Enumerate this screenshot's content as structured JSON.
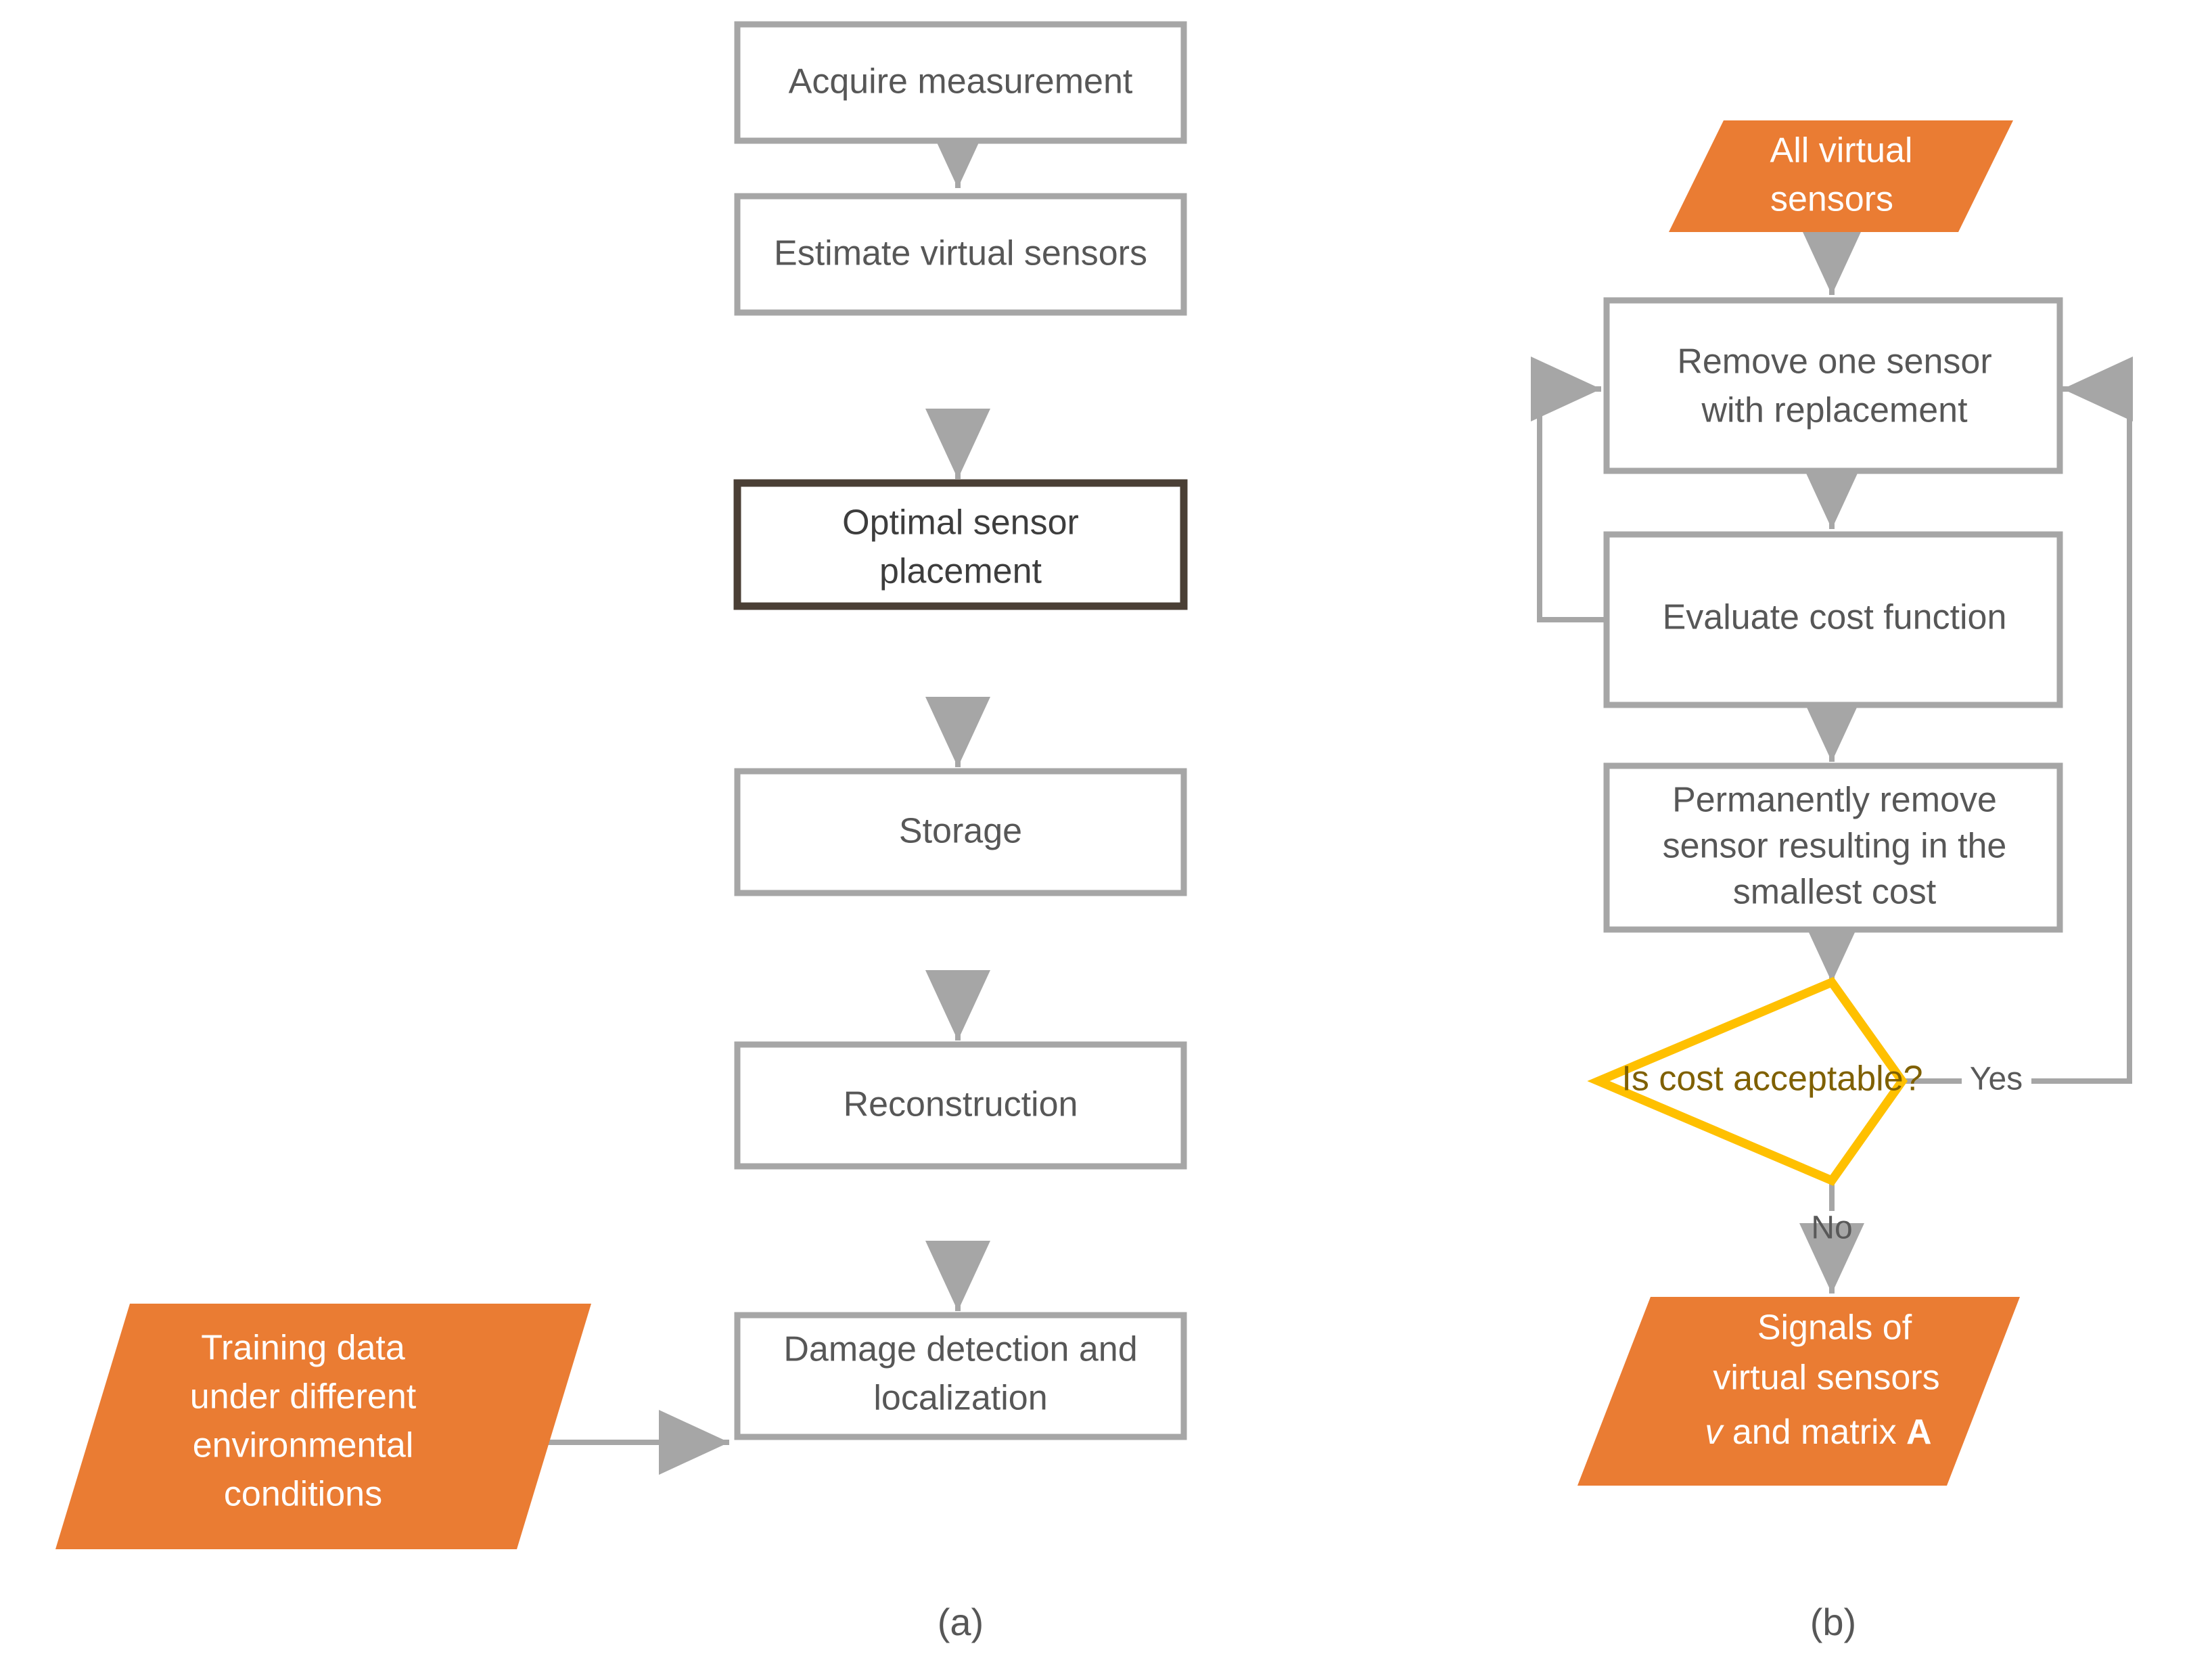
{
  "figure": {
    "title": "Sensor network data processing and optimal sensor placement flowcharts",
    "colors": {
      "box_border": "#a6a6a6",
      "box_fill": "#ffffff",
      "highlight_border": "#4a3f35",
      "io_orange": "#ea7c33",
      "decision_yellow": "#ffc000",
      "decision_text": "#7f6000",
      "connector": "#a6a6a6",
      "text": "#575757",
      "background": "#ffffff"
    }
  },
  "panels": [
    {
      "id": "panel-a",
      "caption": "(a)",
      "nodes": [
        {
          "id": "acquire-measurement",
          "type": "process",
          "label": "Acquire measurement",
          "highlighted": false
        },
        {
          "id": "estimate-virtual-sensors",
          "type": "process",
          "label": "Estimate virtual sensors",
          "highlighted": false
        },
        {
          "id": "optimal-sensor-placement",
          "type": "process",
          "label_line1": "Optimal sensor",
          "label_line2": "placement",
          "highlighted": true
        },
        {
          "id": "storage",
          "type": "process",
          "label": "Storage",
          "highlighted": false
        },
        {
          "id": "reconstruction",
          "type": "process",
          "label": "Reconstruction",
          "highlighted": false
        },
        {
          "id": "damage-detection",
          "type": "process",
          "label_line1": "Damage detection and",
          "label_line2": "localization",
          "highlighted": false
        },
        {
          "id": "training-data",
          "type": "input-output",
          "label_line1": "Training data",
          "label_line2": "under different",
          "label_line3": "environmental",
          "label_line4": "conditions",
          "highlighted": false
        }
      ],
      "edges": [
        {
          "from": "acquire-measurement",
          "to": "estimate-virtual-sensors",
          "label": ""
        },
        {
          "from": "estimate-virtual-sensors",
          "to": "optimal-sensor-placement",
          "label": ""
        },
        {
          "from": "optimal-sensor-placement",
          "to": "storage",
          "label": ""
        },
        {
          "from": "storage",
          "to": "reconstruction",
          "label": ""
        },
        {
          "from": "reconstruction",
          "to": "damage-detection",
          "label": ""
        },
        {
          "from": "training-data",
          "to": "damage-detection",
          "label": ""
        }
      ]
    },
    {
      "id": "panel-b",
      "caption": "(b)",
      "nodes": [
        {
          "id": "all-virtual-sensors",
          "type": "input-output",
          "label_line1": "All virtual",
          "label_line2": "sensors",
          "highlighted": false
        },
        {
          "id": "remove-one-sensor",
          "type": "process",
          "label_line1": "Remove one sensor",
          "label_line2": "with replacement",
          "highlighted": false
        },
        {
          "id": "evaluate-cost-function",
          "type": "process",
          "label": "Evaluate cost function",
          "highlighted": false
        },
        {
          "id": "permanently-remove-sensor",
          "type": "process",
          "label_line1": "Permanently remove",
          "label_line2": "sensor resulting in the",
          "label_line3": "smallest cost",
          "highlighted": false
        },
        {
          "id": "is-cost-acceptable",
          "type": "decision",
          "label": "Is cost acceptable?",
          "highlighted": false
        },
        {
          "id": "signals-of-virtual-sensors",
          "type": "input-output",
          "label_line1": "Signals of",
          "label_line2": "virtual sensors",
          "label_line3_prefix": "",
          "label_line3_italic": "v",
          "label_line3_mid": " and matrix ",
          "label_line3_bold": "A",
          "highlighted": false
        }
      ],
      "edges": [
        {
          "from": "all-virtual-sensors",
          "to": "remove-one-sensor",
          "label": ""
        },
        {
          "from": "remove-one-sensor",
          "to": "evaluate-cost-function",
          "label": ""
        },
        {
          "from": "evaluate-cost-function",
          "to": "remove-one-sensor",
          "label": "",
          "kind": "feedback-left"
        },
        {
          "from": "evaluate-cost-function",
          "to": "permanently-remove-sensor",
          "label": ""
        },
        {
          "from": "permanently-remove-sensor",
          "to": "is-cost-acceptable",
          "label": ""
        },
        {
          "from": "is-cost-acceptable",
          "to": "remove-one-sensor",
          "label": "Yes",
          "kind": "feedback-right"
        },
        {
          "from": "is-cost-acceptable",
          "to": "signals-of-virtual-sensors",
          "label": "No"
        }
      ]
    }
  ],
  "edge_labels": {
    "yes": "Yes",
    "no": "No"
  }
}
